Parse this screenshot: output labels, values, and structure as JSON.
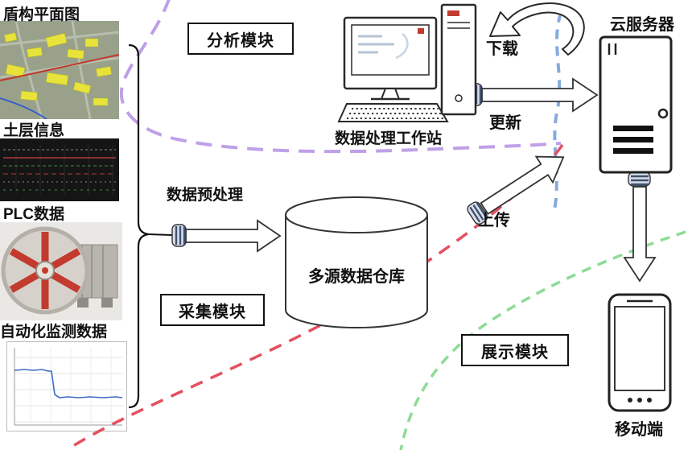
{
  "sources": [
    {
      "label": "盾构平面图"
    },
    {
      "label": "土层信息"
    },
    {
      "label": "PLC数据"
    },
    {
      "label": "自动化监测数据"
    }
  ],
  "modules": {
    "analysis": "分析模块",
    "collection": "采集模块",
    "display": "展示模块"
  },
  "nodes": {
    "workstation": "数据处理工作站",
    "cloud": "云服务器",
    "warehouse": "多源数据仓库",
    "mobile": "移动端"
  },
  "flows": {
    "preprocess": "数据预处理",
    "download": "下载",
    "update": "更新",
    "upload": "上传"
  },
  "colors": {
    "analysis_dash": "#bfa0e8",
    "cloud_dash": "#85abdf",
    "collection_dash": "#e4505f",
    "display_dash": "#8ddc95"
  }
}
